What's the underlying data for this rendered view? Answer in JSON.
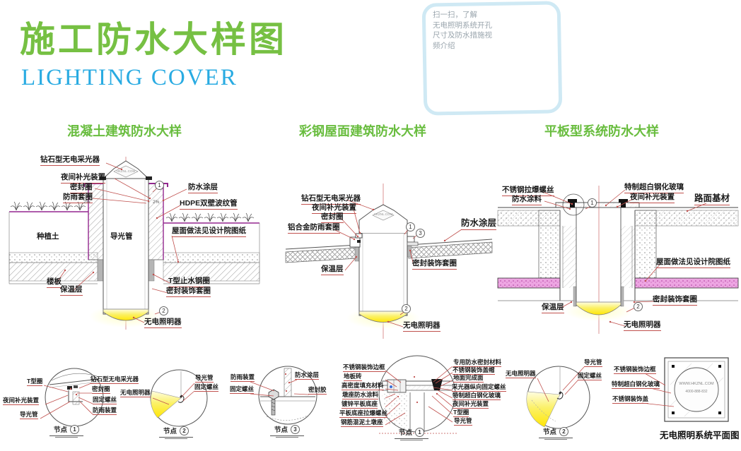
{
  "header": {
    "title": "施工防水大样图",
    "subtitle": "LIGHTING COVER"
  },
  "qr_panel": {
    "lines": [
      "扫一扫，了解",
      "无电照明系统开孔",
      "尺寸及防水措施视",
      "频介绍"
    ]
  },
  "sections": {
    "s1": "混凝土建筑防水大样",
    "s2": "彩钢屋面建筑防水大样",
    "s3": "平板型系统防水大样"
  },
  "d1": {
    "labels": {
      "collector": "钻石型无电采光器",
      "night_light": "夜间补光装置",
      "seal_ring": "密封圈",
      "rain_collar": "防雨套圈",
      "waterproof_coating": "防水涂层",
      "hdpe_pipe": "HDPE双壁波纹管",
      "planting_soil": "种植土",
      "roof_note": "屋面做法见设计院图纸",
      "light_tube": "导光管",
      "floor_slab": "楼板",
      "insulation": "保温层",
      "t_water_stop": "T型止水钢圈",
      "seal_decor_collar": "密封装饰套圈",
      "illuminator": "无电照明器"
    },
    "slope_left": "2%",
    "slope_right": "2%",
    "dome_text": "HKZNL.COM",
    "markers": {
      "m1": "1",
      "m2": "2"
    }
  },
  "d2": {
    "labels": {
      "collector": "钻石型无电采光器",
      "night_light": "夜间补光装置",
      "seal_ring": "密封圈",
      "alu_rain_collar": "铝合金防雨套圈",
      "waterproof_coating": "防水涂层",
      "insulation": "保温层",
      "seal_decor_collar": "密封装饰套圈",
      "illuminator": "无电照明器"
    },
    "dome_text": "HKZNL.COM",
    "markers": {
      "m1": "1",
      "m3": "3",
      "m2": "2"
    }
  },
  "d3": {
    "labels": {
      "expansion_bolt": "不锈钢拉爆螺丝",
      "waterproof_paint": "防水涂料",
      "glass": "特制超白钢化玻璃",
      "night_light": "夜间补光装置",
      "road_base": "路面基材",
      "roof_note": "屋面做法见设计院图纸",
      "insulation": "保温层",
      "seal_decor_collar": "密封装饰套圈",
      "illuminator": "无电照明器"
    },
    "markers": {
      "m1": "1",
      "m2": "2"
    }
  },
  "n1": {
    "labels": {
      "t_ring": "T型圈",
      "night_light": "夜间补光装置",
      "light_tube": "导光管",
      "collector": "钻石型无电采光器",
      "seal_ring": "密封圈",
      "fix_screw": "固定螺丝",
      "rain_device": "防雨装置"
    },
    "caption": "节点",
    "num": "1"
  },
  "n2": {
    "labels": {
      "illuminator": "无电照明器",
      "light_tube": "导光管",
      "fix_screw": "固定螺丝"
    },
    "caption": "节点",
    "num": "2"
  },
  "n3": {
    "labels": {
      "rain_device": "防雨装置",
      "fix_screw": "固定螺丝",
      "waterproof_coating": "防水涂层",
      "sealant": "密封胶"
    },
    "caption": "节点",
    "num": "3"
  },
  "n4": {
    "labels_left": {
      "frame": "不锈钢装饰边框",
      "floor_tile": "地板砖",
      "filler": "高密度填充材料",
      "pedestal_paint": "墩座防水涂料",
      "base_plate": "镀锌平板底座",
      "base_bolt": "平板底座拉爆螺丝",
      "pedestal": "钢筋混泥土墩座"
    },
    "labels_right": {
      "seal_material": "专用防水密封材料",
      "cap": "不锈钢装饰盖帽",
      "finish": "地面完成面",
      "vert_screw": "采光器纵向固定螺丝",
      "glass": "特制超白钢化玻璃",
      "night_light": "夜间补光装置",
      "t_ring": "T型圈",
      "light_tube": "导光管"
    },
    "caption": "节点",
    "num": "1"
  },
  "n5": {
    "labels": {
      "illuminator": "无电照明器",
      "light_tube": "导光管",
      "fix_screw": "固定螺丝"
    },
    "caption": "节点",
    "num": "2"
  },
  "plan": {
    "labels": {
      "frame": "不锈钢装饰边框",
      "glass": "特制超白钢化玻璃",
      "cover": "不锈钢装饰盖"
    },
    "url": "WWW.HKZNL.COM",
    "phone": "4000-888-832",
    "caption": "无电照明系统平面图"
  },
  "colors": {
    "accent_green": "#76c043",
    "accent_blue": "#29abe2",
    "leader_red": "#c0504d",
    "membrane_purple": "#93278f",
    "pink_layer": "#eda5e2",
    "lens_yellow": "#ffe606"
  }
}
